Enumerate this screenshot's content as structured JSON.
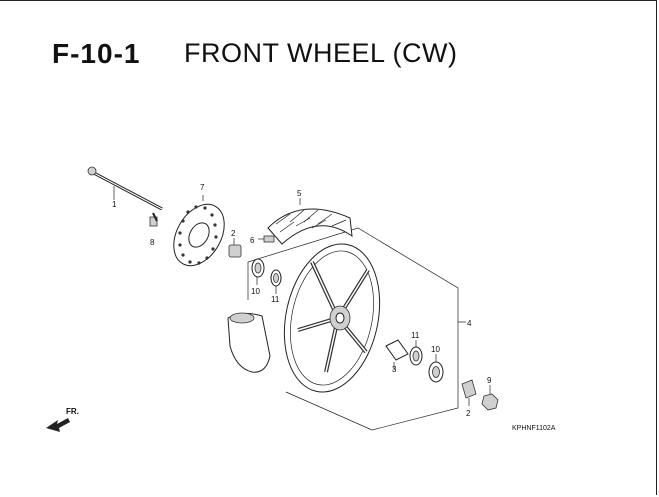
{
  "header": {
    "section": "F-10-1",
    "title": "FRONT WHEEL (CW)"
  },
  "diagram_code": "KPHNF1102A",
  "direction_label": "FR.",
  "callouts": {
    "c1": "1",
    "c2a": "2",
    "c2b": "2",
    "c3": "3",
    "c4": "4",
    "c5": "5",
    "c6": "6",
    "c7": "7",
    "c8": "8",
    "c9": "9",
    "c10a": "10",
    "c10b": "10",
    "c11a": "11",
    "c11b": "11"
  }
}
